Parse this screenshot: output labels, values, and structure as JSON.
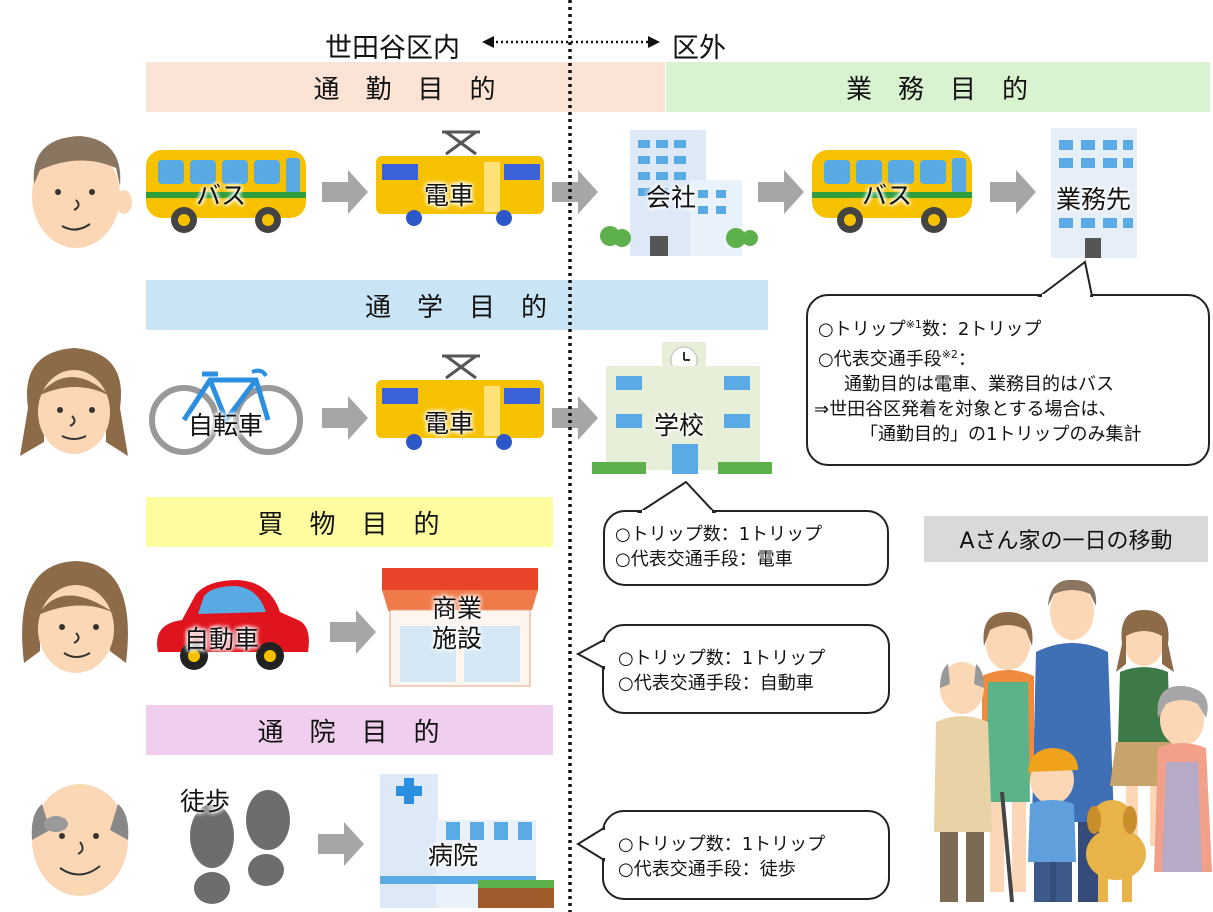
{
  "header": {
    "left_label": "世田谷区内",
    "right_label": "区外"
  },
  "bands": {
    "commute": [
      "通",
      "勤",
      "目",
      "的"
    ],
    "business": [
      "業",
      "務",
      "目",
      "的"
    ],
    "school": [
      "通",
      "学",
      "目",
      "的"
    ],
    "shopping": [
      "買",
      "物",
      "目",
      "的"
    ],
    "hospital": [
      "通",
      "院",
      "目",
      "的"
    ]
  },
  "row1": {
    "bus1": "バス",
    "train": "電車",
    "company": "会社",
    "bus2": "バス",
    "destination": "業務先"
  },
  "row2": {
    "bicycle": "自転車",
    "train": "電車",
    "school": "学校"
  },
  "row3": {
    "car": "自動車",
    "shop_line1": "商業",
    "shop_line2": "施設"
  },
  "row4": {
    "walk": "徒歩",
    "hospital": "病院"
  },
  "callouts": {
    "father": {
      "line1_a": "○トリップ",
      "line1_sup": "※1",
      "line1_b": "数：2トリップ",
      "line2_a": "○代表交通手段",
      "line2_sup": "※2",
      "line2_b": "：",
      "line3": "通勤目的は電車、業務目的はバス",
      "line4": "⇒世田谷区発着を対象とする場合は、",
      "line5": "「通勤目的」の1トリップのみ集計"
    },
    "daughter": {
      "line1": "○トリップ数：1トリップ",
      "line2": "○代表交通手段：電車"
    },
    "mother": {
      "line1": "○トリップ数：1トリップ",
      "line2": "○代表交通手段：自動車"
    },
    "grandfather": {
      "line1": "○トリップ数：1トリップ",
      "line2": "○代表交通手段：徒歩"
    }
  },
  "family": {
    "title": "Aさん家の一日の移動"
  },
  "colors": {
    "commute_band": "#fbe3d6",
    "business_band": "#d9f2d0",
    "school_band": "#c9e4f4",
    "shopping_band": "#fdfda0",
    "hospital_band": "#f0cfee",
    "arrow": "#a6a6a6",
    "vehicle_yellow": "#f6c200",
    "vehicle_window": "#59a9e3"
  }
}
